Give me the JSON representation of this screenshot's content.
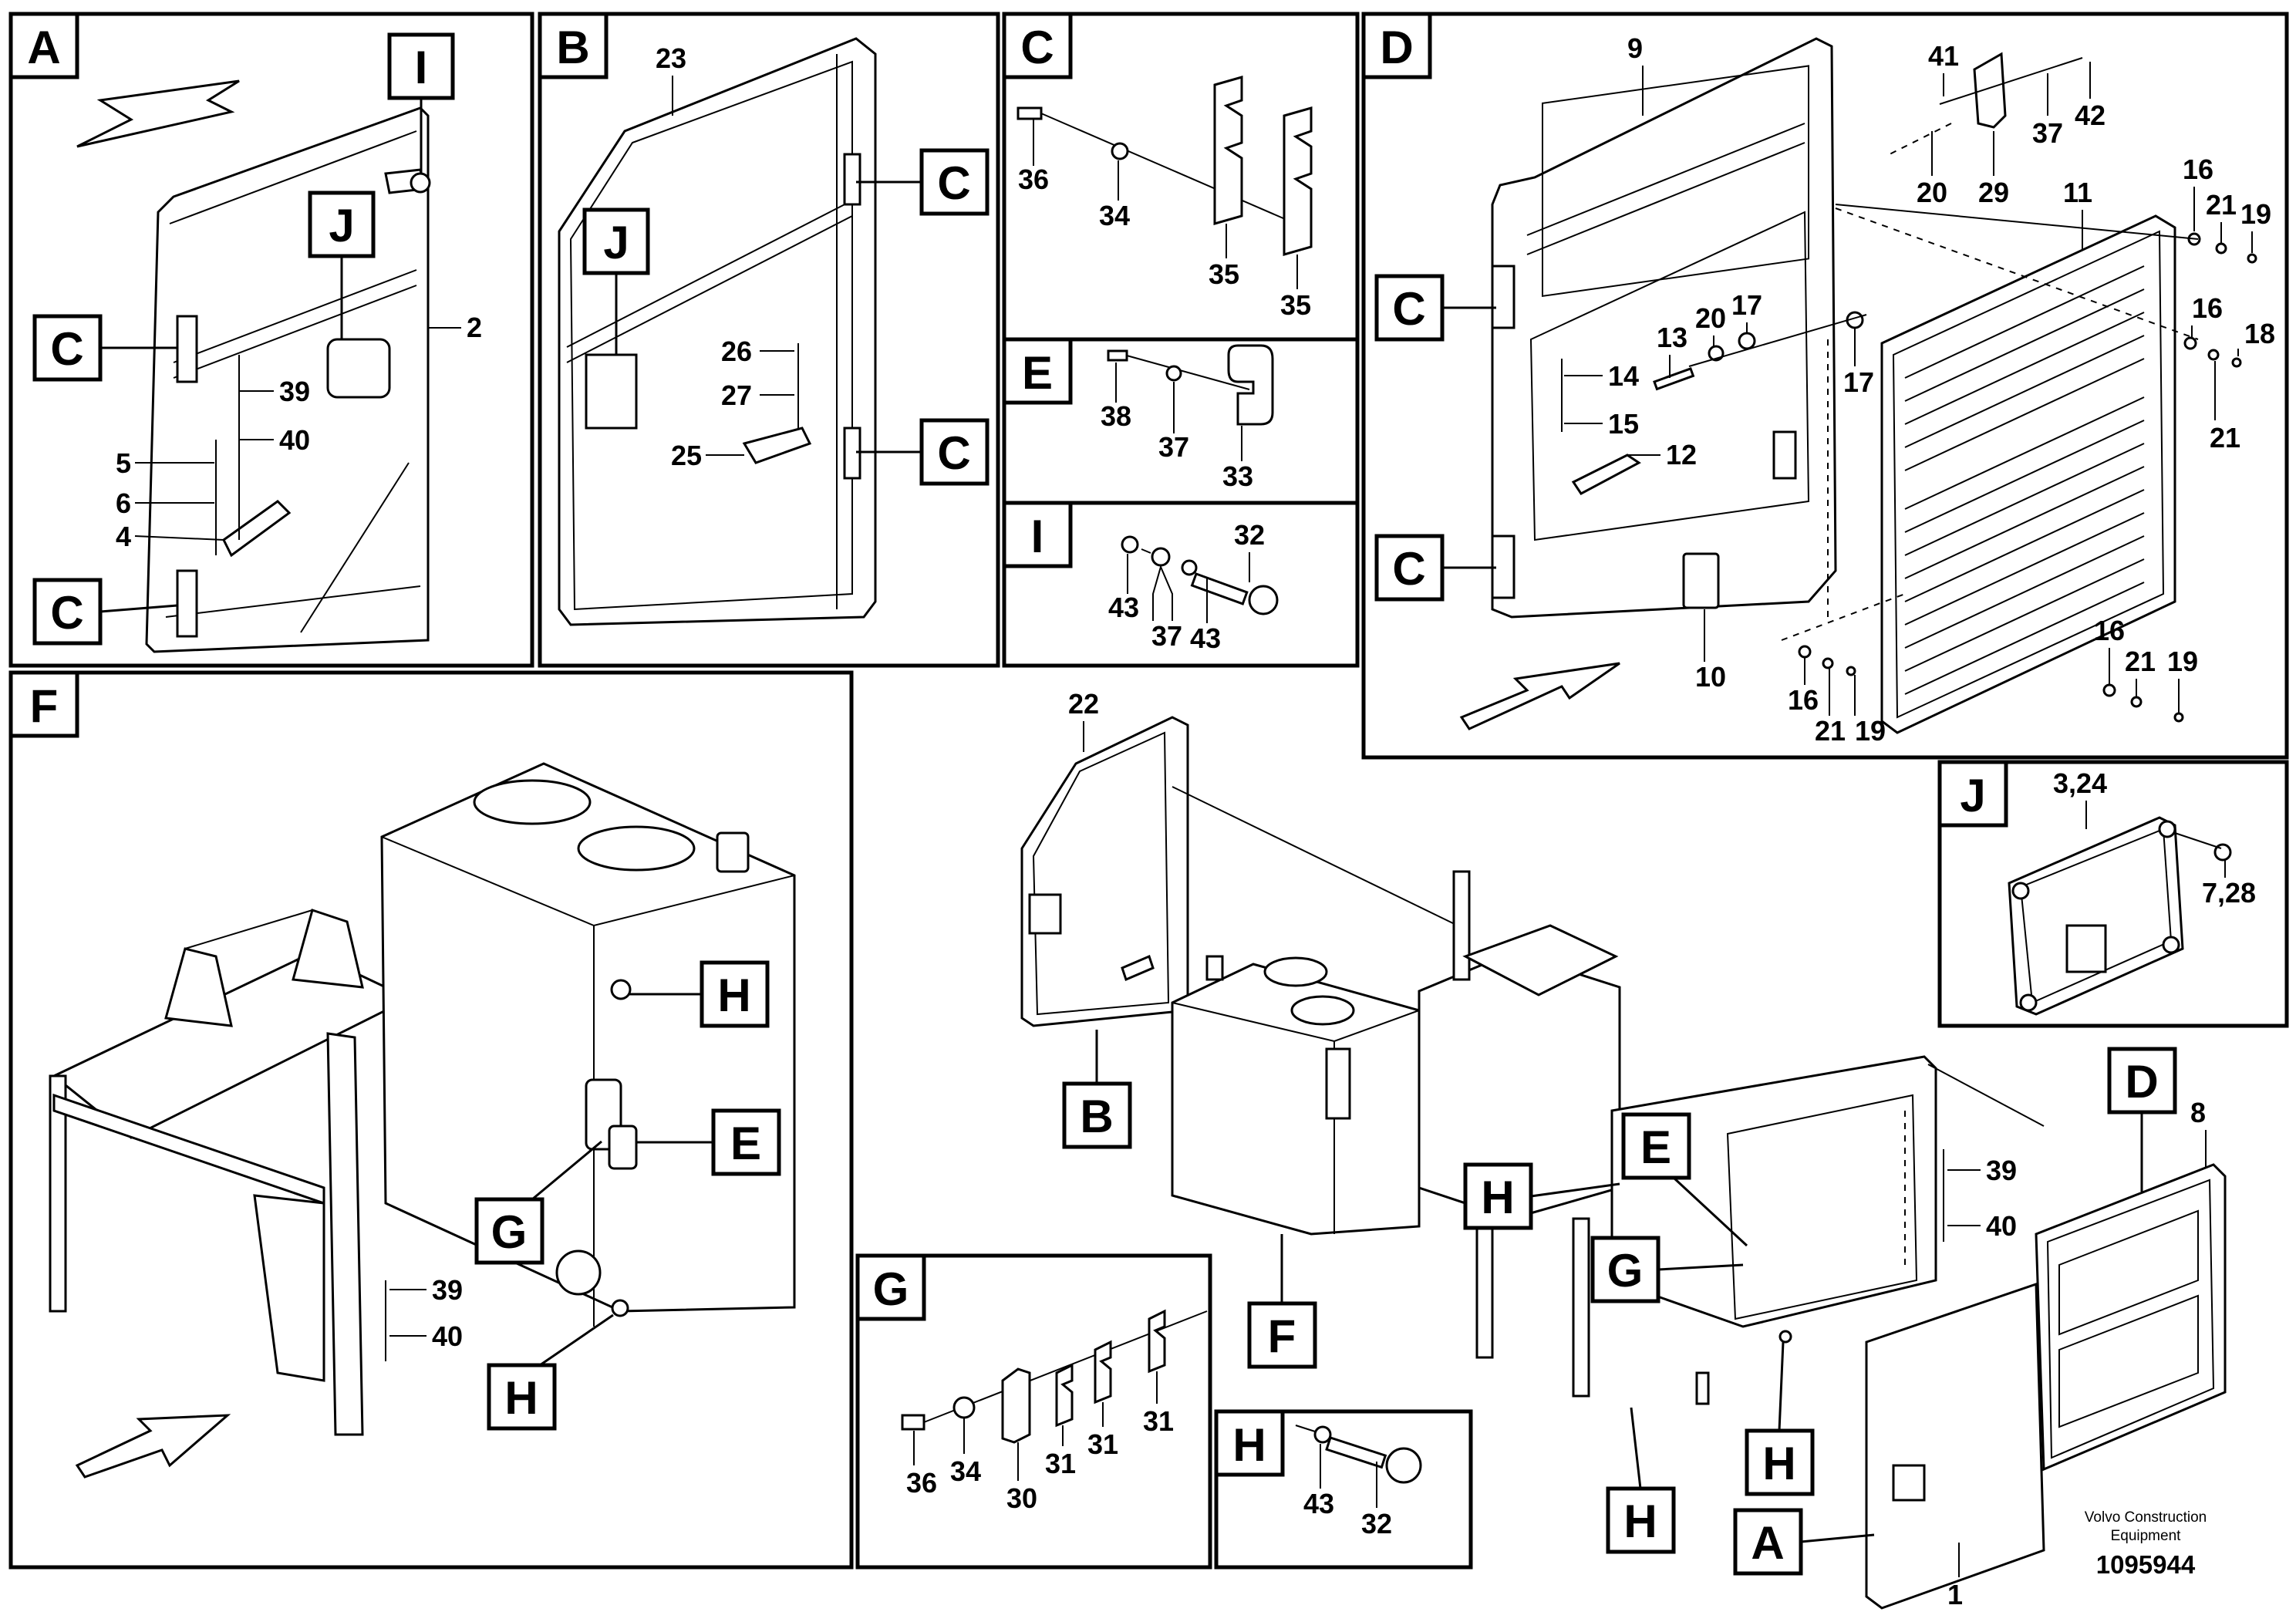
{
  "panels": {
    "A": "A",
    "B": "B",
    "C": "C",
    "D": "D",
    "E": "E",
    "F": "F",
    "G": "G",
    "H": "H",
    "I": "I",
    "J": "J"
  },
  "callouts": {
    "A_I": "I",
    "A_J": "J",
    "A_C1": "C",
    "A_C2": "C",
    "B_J": "J",
    "B_C1": "C",
    "B_C2": "C",
    "D_C1": "C",
    "D_C2": "C",
    "F_H1": "H",
    "F_E": "E",
    "F_G": "G",
    "F_H2": "H",
    "M_B": "B",
    "M_F": "F",
    "M_E": "E",
    "M_H1": "H",
    "M_G": "G",
    "M_H2": "H",
    "M_H3": "H",
    "M_D": "D",
    "M_A": "A"
  },
  "labels": {
    "A": {
      "n2": "2",
      "n39": "39",
      "n40": "40",
      "n5": "5",
      "n6": "6",
      "n4": "4"
    },
    "B": {
      "n23": "23",
      "n26": "26",
      "n27": "27",
      "n25": "25"
    },
    "C": {
      "n36": "36",
      "n34": "34",
      "n35a": "35",
      "n35b": "35"
    },
    "E": {
      "n38": "38",
      "n37": "37",
      "n33": "33"
    },
    "I": {
      "n32": "32",
      "n43a": "43",
      "n37": "37",
      "n43b": "43"
    },
    "D": {
      "n9": "9",
      "n41": "41",
      "n37": "37",
      "n42": "42",
      "n20a": "20",
      "n29": "29",
      "n16a": "16",
      "n21a": "21",
      "n19a": "19",
      "n11": "11",
      "n13": "13",
      "n20b": "20",
      "n17a": "17",
      "n17b": "17",
      "n14": "14",
      "n15": "15",
      "n12": "12",
      "n16b": "16",
      "n18": "18",
      "n21b": "21",
      "n10": "10",
      "n16c": "16",
      "n21c": "21",
      "n19b": "19",
      "n16d": "16",
      "n21d": "21",
      "n19c": "19"
    },
    "J": {
      "n324": "3,24",
      "n728": "7,28"
    },
    "F": {
      "n39": "39",
      "n40": "40"
    },
    "G": {
      "n36": "36",
      "n34": "34",
      "n30": "30",
      "n31a": "31",
      "n31b": "31",
      "n31c": "31"
    },
    "H": {
      "n43": "43",
      "n32": "32"
    },
    "M": {
      "n22": "22",
      "n39": "39",
      "n40": "40",
      "n8": "8",
      "n1": "1"
    }
  },
  "footer": {
    "company_line1": "Volvo Construction",
    "company_line2": "Equipment",
    "doc_number": "1095944"
  }
}
